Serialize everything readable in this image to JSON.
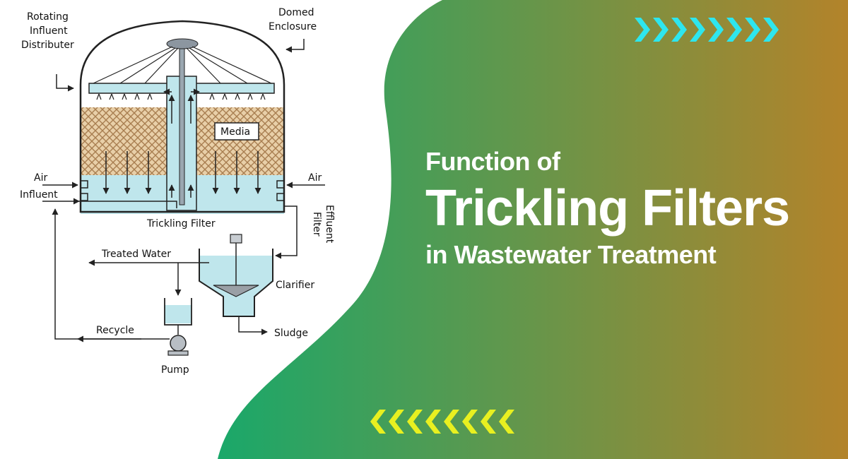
{
  "headline": {
    "line1": "Function of",
    "line2": "Trickling Filters",
    "line3": "in Wastewater Treatment"
  },
  "diagram": {
    "labels": {
      "rotating_distributor": [
        "Rotating",
        "Influent",
        "Distributer"
      ],
      "domed_enclosure": [
        "Domed",
        "Enclosure"
      ],
      "media": "Media",
      "air_left": "Air",
      "air_right": "Air",
      "influent": "Influent",
      "trickling_filter": "Trickling Filter",
      "filter_effluent": [
        "Filter",
        "Effluent"
      ],
      "treated_water": "Treated Water",
      "clarifier": "Clarifier",
      "recycle": "Recycle",
      "sludge": "Sludge",
      "pump": "Pump"
    }
  },
  "colors": {
    "gradient_start": "#1aa86a",
    "gradient_end": "#b3832a",
    "chevron_top": "#2ee6ee",
    "chevron_bottom": "#e8f020",
    "water": "#bfe6ec",
    "media": "#e8cfa8",
    "line": "#222222"
  },
  "icons": {
    "chevron_top": "chevron-right-icon",
    "chevron_bottom": "chevron-left-icon"
  }
}
